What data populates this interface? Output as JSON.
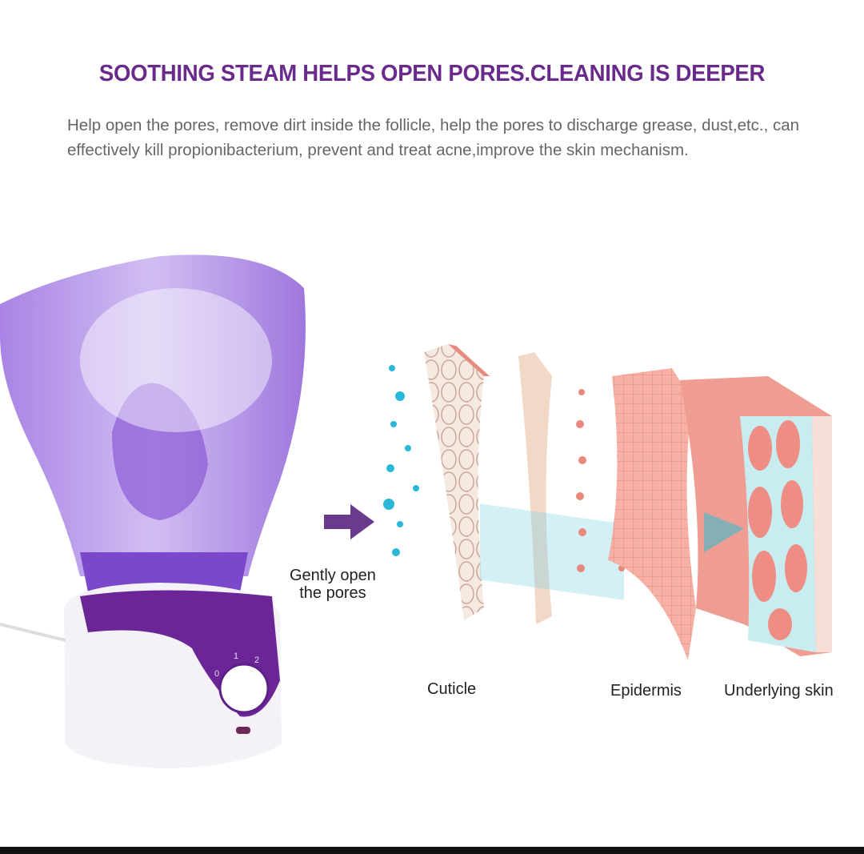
{
  "headline": "SOOTHING STEAM HELPS OPEN PORES.CLEANING IS DEEPER",
  "description": "Help open the pores, remove dirt inside the follicle, help the pores to discharge grease, dust,etc., can effectively kill propionibacterium, prevent and treat acne,improve the skin mechanism.",
  "device": {
    "dial_marks": [
      "0",
      "1",
      "2"
    ]
  },
  "callout": {
    "line1": "Gently open",
    "line2": "the pores"
  },
  "layers": {
    "cuticle": "Cuticle",
    "epidermis": "Epidermis",
    "underlying": "Underlying skin"
  },
  "colors": {
    "brand_purple": "#6a2a8c",
    "steam_blue": "#2bb8d8",
    "skin_pink": "#f0a79e"
  }
}
